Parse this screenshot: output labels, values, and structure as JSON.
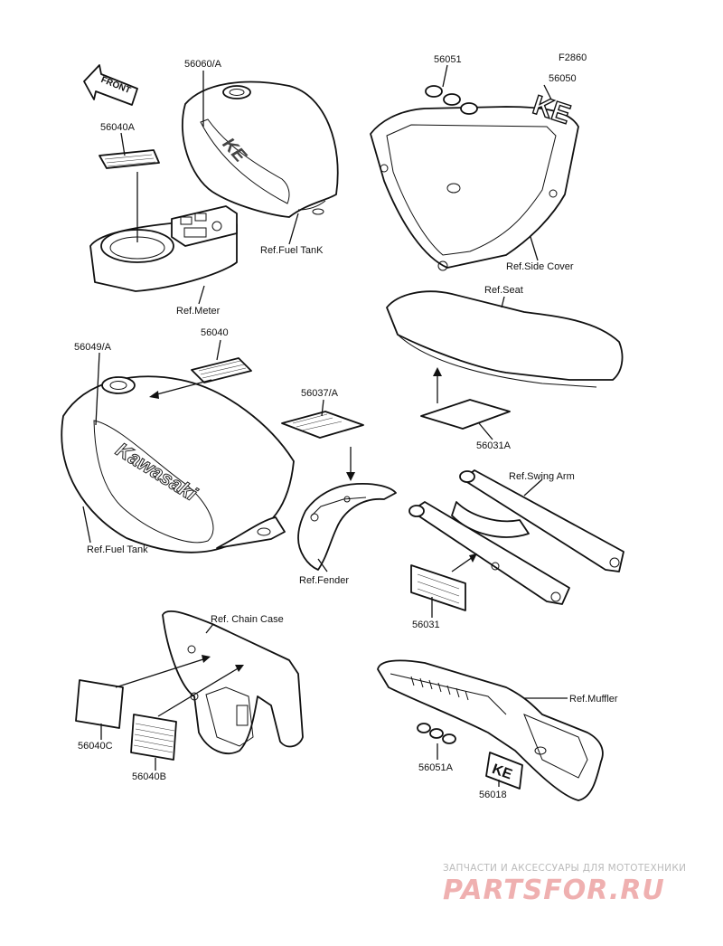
{
  "figure_code": "F2860",
  "direction_label": "FRONT",
  "labels": {
    "p56060A": "56060/A",
    "p56040A": "56040A",
    "p56051": "56051",
    "p56050": "56050",
    "ref_fuel_tank_top": "Ref.Fuel TanK",
    "ref_side_cover": "Ref.Side Cover",
    "ref_meter": "Ref.Meter",
    "ref_seat": "Ref.Seat",
    "p56049A": "56049/A",
    "p56040": "56040",
    "p56037A": "56037/A",
    "p56031A": "56031A",
    "ref_swing_arm": "Ref.Swing Arm",
    "ref_fuel_tank": "Ref.Fuel Tank",
    "ref_fender": "Ref.Fender",
    "p56031": "56031",
    "ref_chain_case": "Ref. Chain Case",
    "ref_muffler": "Ref.Muffler",
    "p56040C": "56040C",
    "p56040B": "56040B",
    "p56051A": "56051A",
    "p56018": "56018"
  },
  "decal_text": {
    "tank_brand": "Kawasaki",
    "ke_small": "KE"
  },
  "watermark": {
    "line1": "ЗАПЧАСТИ И АКСЕССУАРЫ ДЛЯ МОТОТЕХНИКИ",
    "line2": "PARTSFOR.RU"
  }
}
